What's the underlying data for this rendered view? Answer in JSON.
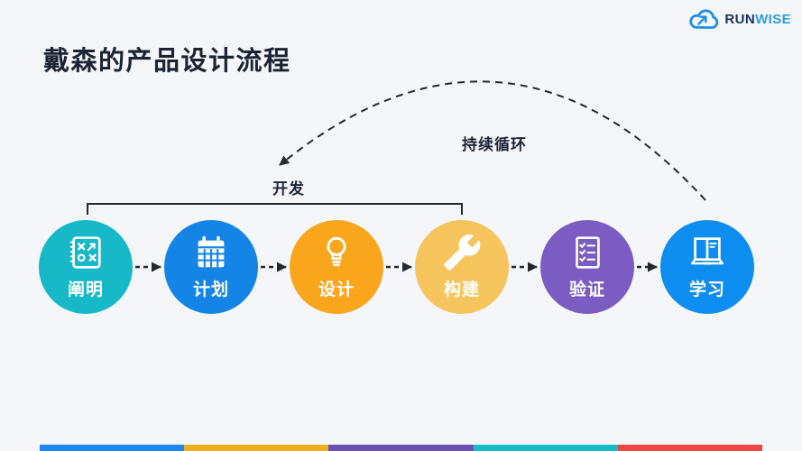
{
  "title": "戴森的产品设计流程",
  "logo": {
    "run": "RUN",
    "wise": "WISE",
    "run_color": "#16325C",
    "wise_color": "#2B9FE0",
    "cloud_color": "#1F8FE8"
  },
  "diagram": {
    "loop_label": "持续循环",
    "bracket_label": "开发",
    "line_color": "#24292F",
    "steps": [
      {
        "label": "阐明",
        "icon": "strategy-icon",
        "color": "#17B9C9"
      },
      {
        "label": "计划",
        "icon": "calendar-icon",
        "color": "#1485E6"
      },
      {
        "label": "设计",
        "icon": "lightbulb-icon",
        "color": "#F9A61D"
      },
      {
        "label": "构建",
        "icon": "wrench-icon",
        "color": "#F6C55E"
      },
      {
        "label": "验证",
        "icon": "checklist-icon",
        "color": "#7A5CC2"
      },
      {
        "label": "学习",
        "icon": "book-icon",
        "color": "#0E8DF1"
      }
    ]
  },
  "footer": {
    "stripe_colors": [
      "#1D87EE",
      "#F0AD1E",
      "#6950B2",
      "#16BDC8",
      "#EF4744"
    ]
  }
}
